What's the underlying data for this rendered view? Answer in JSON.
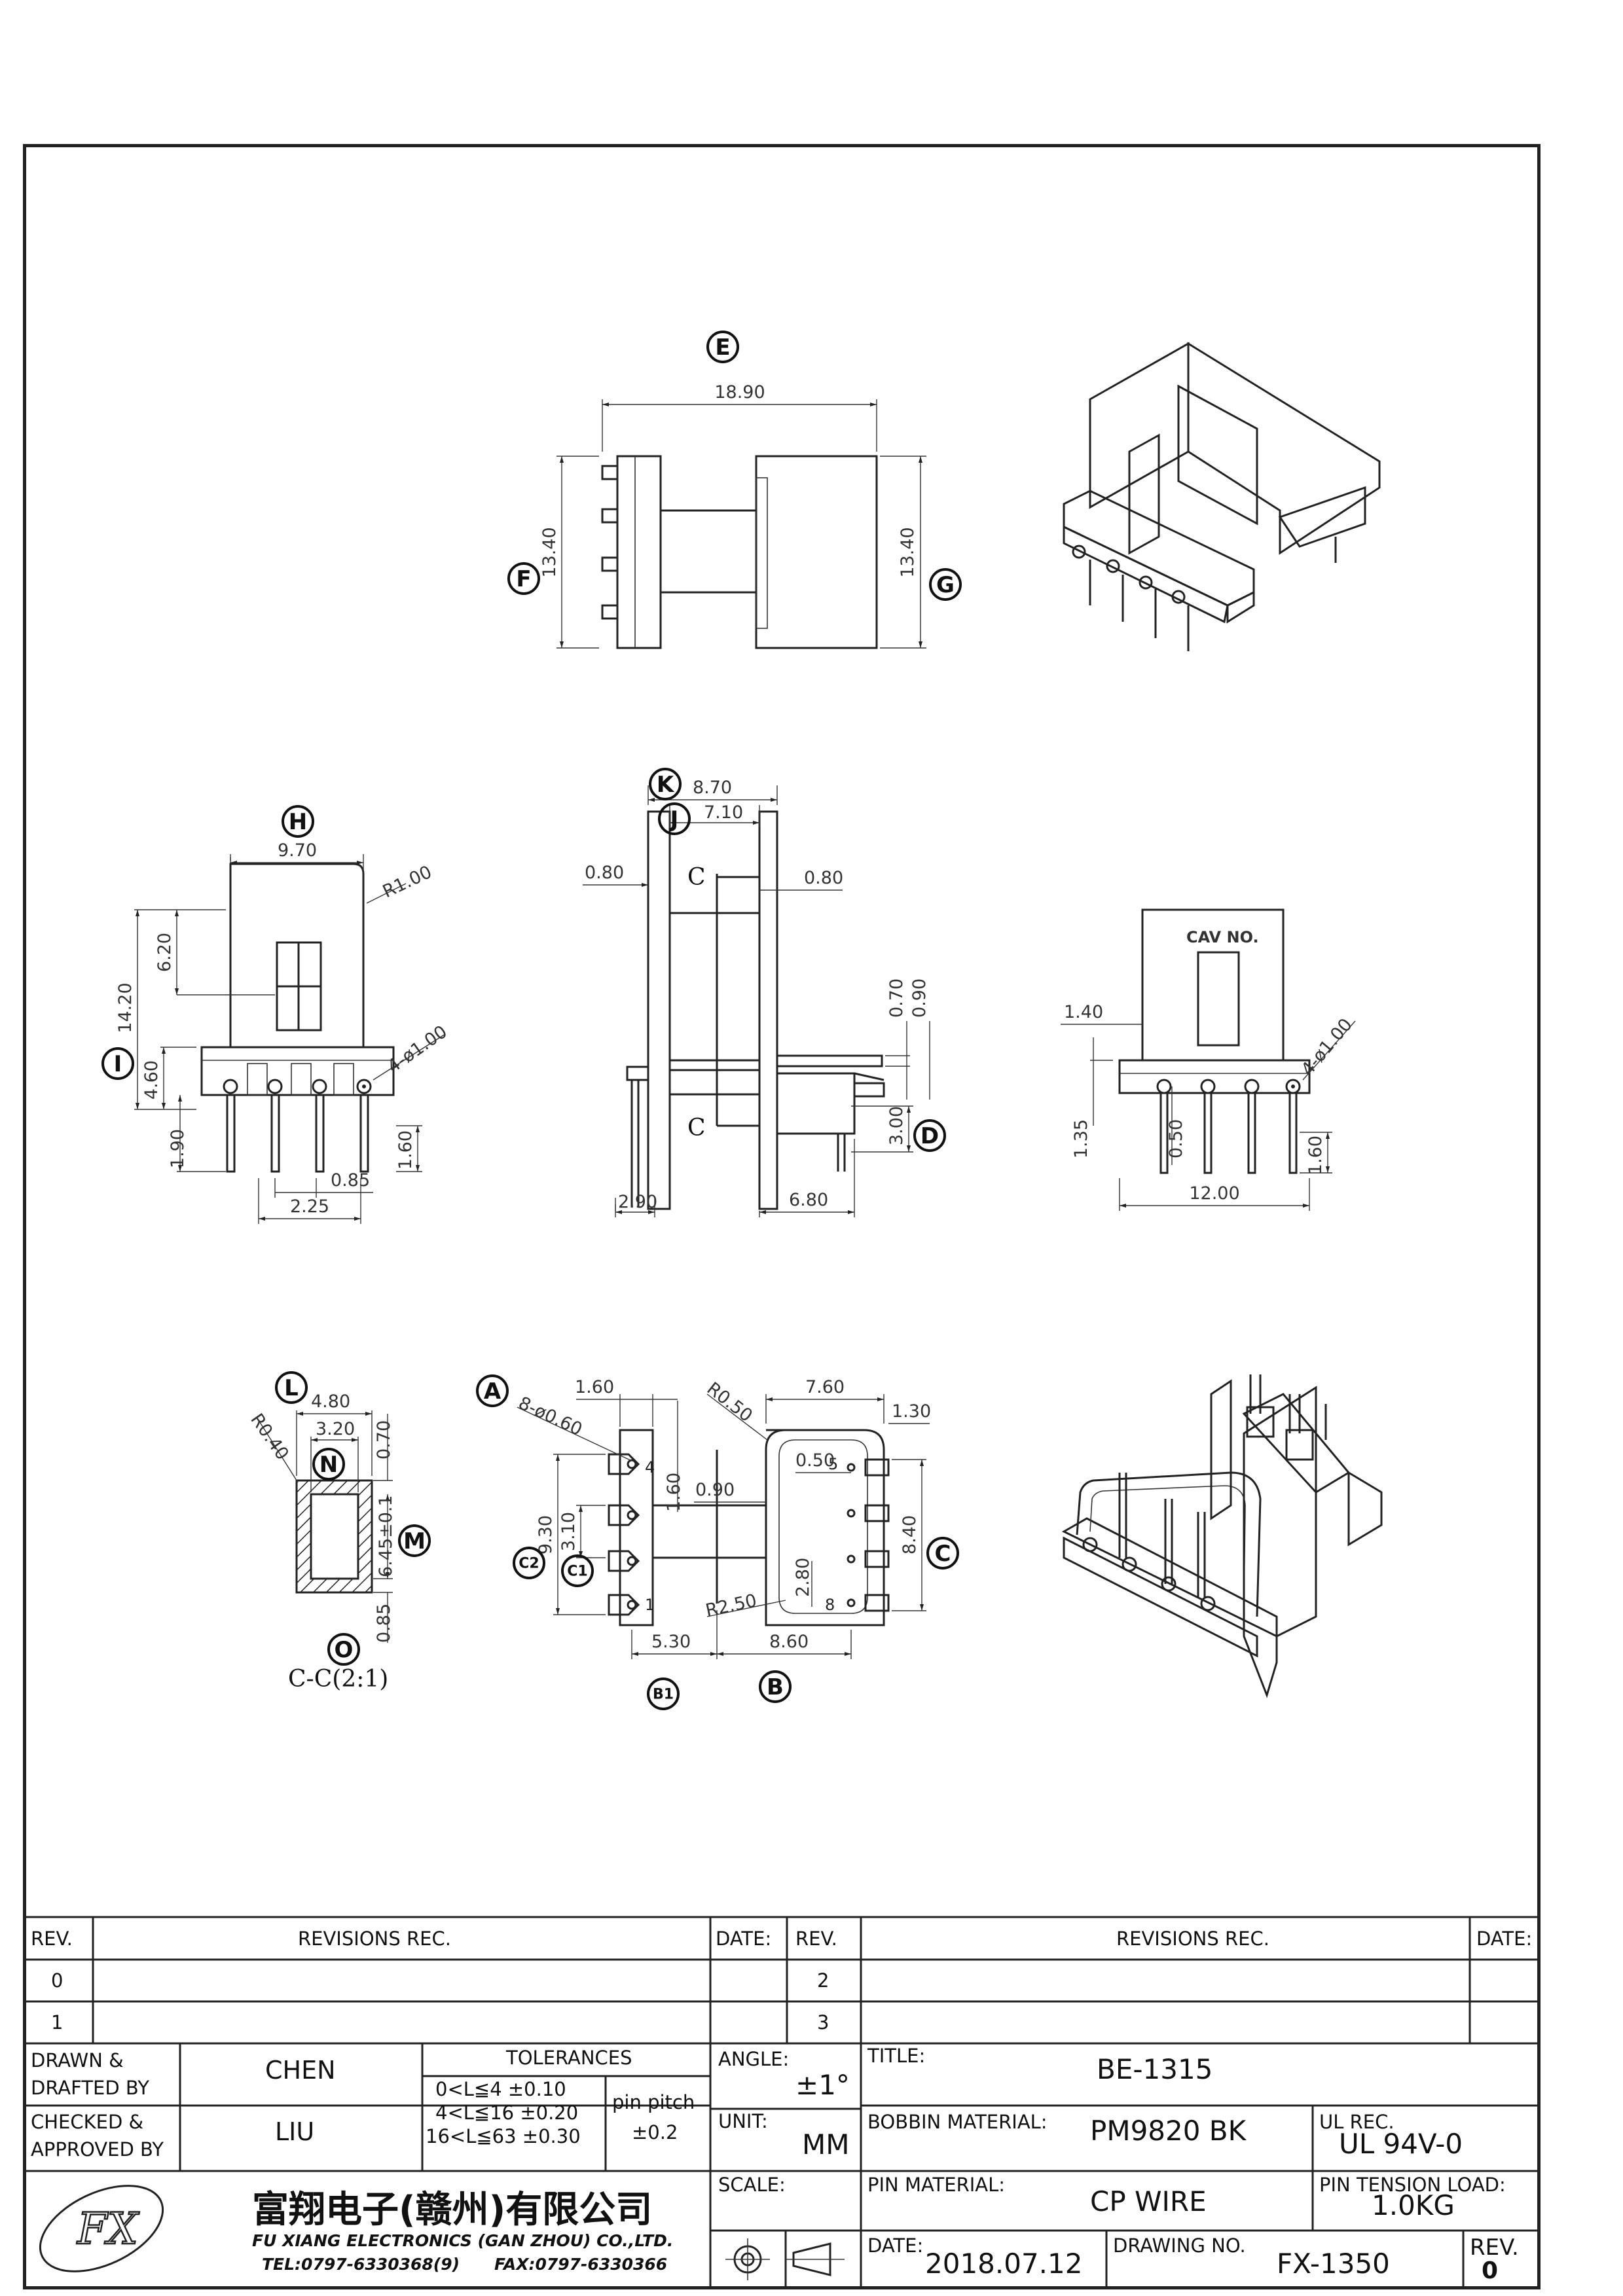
{
  "views": {
    "top": {
      "balloons": [
        "E",
        "F",
        "G"
      ],
      "dims": {
        "width": "18.90",
        "left_height": "13.40",
        "right_height": "13.40"
      }
    },
    "front": {
      "balloons": [
        "H",
        "I"
      ],
      "dims": {
        "width": "9.70",
        "radius": "R1.00",
        "height_total": "14.20",
        "window": "6.20",
        "base": "4.60",
        "pin_holes": "4-ø1.00",
        "pin_length": "1.90",
        "pin_offset": "0.85",
        "pitch": "2.25",
        "pin_len_right": "1.60"
      }
    },
    "side": {
      "balloons": [
        "K",
        "J",
        "D"
      ],
      "dims": {
        "overall": "8.70",
        "inner": "7.10",
        "left_flange": "0.80",
        "right_flange": "0.80",
        "d070": "0.70",
        "d090": "0.90",
        "d300": "3.00",
        "d290": "2.90",
        "d680": "6.80"
      },
      "section_marks": [
        "C",
        "C"
      ]
    },
    "rear": {
      "cav_label": "CAV NO.",
      "dims": {
        "d140": "1.40",
        "holes": "4-ø1.00",
        "d135": "1.35",
        "d050": "0.50",
        "width": "12.00",
        "pin": "1.60"
      }
    },
    "section": {
      "balloons": [
        "L",
        "N",
        "M",
        "O"
      ],
      "dims": {
        "outer": "4.80",
        "inner": "3.20",
        "radius": "R0.40",
        "wall": "0.70",
        "height": "6.45±0.1",
        "bottom": "0.85"
      },
      "caption": "C-C(2:1)"
    },
    "bottom": {
      "balloons": [
        "A",
        "C2",
        "C1",
        "B1",
        "B",
        "C"
      ],
      "dims": {
        "d160": "1.60",
        "holes": "8-ø0.60",
        "d930": "9.30",
        "d310": "3.10",
        "d160b": "1.60",
        "d090": "0.90",
        "r050": "R0.50",
        "d760": "7.60",
        "d130": "1.30",
        "d050": "0.50",
        "d840": "8.40",
        "r250": "R2.50",
        "d280": "2.80",
        "d530": "5.30",
        "d860": "8.60"
      },
      "pin_numbers": [
        "4",
        "5",
        "1",
        "8"
      ]
    }
  },
  "title_block": {
    "rev_header": "REV.",
    "revisions_header": "REVISIONS    REC.",
    "date_header": "DATE:",
    "rev_rows_left": [
      "0",
      "1"
    ],
    "rev_rows_right": [
      "2",
      "3"
    ],
    "drawn_label": "DRAWN &\nDRAFTED BY",
    "drawn_value": "CHEN",
    "checked_label": "CHECKED &\nAPPROVED BY",
    "checked_value": "LIU",
    "tolerances_label": "TOLERANCES",
    "tol_lines": [
      "0<L≦4    ±0.10",
      "4<L≦16  ±0.20",
      "16<L≦63  ±0.30"
    ],
    "pin_pitch_label": "pin  pitch",
    "pin_pitch_value": "±0.2",
    "angle_label": "ANGLE:",
    "angle_value": "±1°",
    "unit_label": "UNIT:",
    "unit_value": "MM",
    "scale_label": "SCALE:",
    "title_label": "TITLE:",
    "title_value": "BE-1315",
    "bobbin_label": "BOBBIN  MATERIAL:",
    "bobbin_value": "PM9820  BK",
    "ul_label": "UL  REC.",
    "ul_value": "UL  94V-0",
    "pin_material_label": "PIN  MATERIAL:",
    "pin_material_value": "CP  WIRE",
    "tension_label": "PIN  TENSION  LOAD:",
    "tension_value": "1.0KG",
    "date_label": "DATE:",
    "date_value": "2018.07.12",
    "drawing_no_label": "DRAWING  NO.",
    "drawing_no_value": "FX-1350",
    "rev_label": "REV.",
    "rev_value": "0",
    "company_cn": "富翔电子(赣州)有限公司",
    "company_en": "FU XIANG ELECTRONICS (GAN ZHOU) CO.,LTD.",
    "tel": "TEL:0797-6330368(9)",
    "fax": "FAX:0797-6330366",
    "logo_text": "FX"
  }
}
